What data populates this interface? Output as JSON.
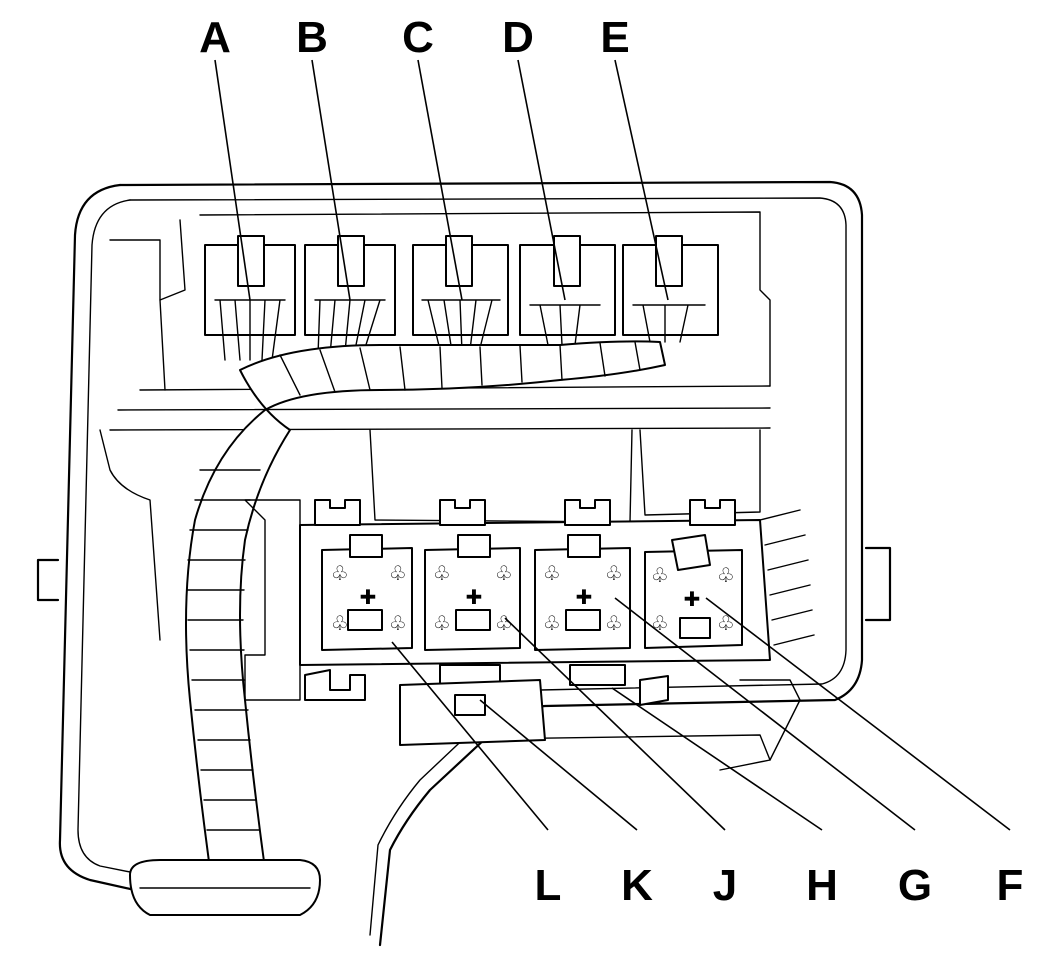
{
  "callouts_top": [
    "A",
    "B",
    "C",
    "D",
    "E"
  ],
  "callouts_bottom": [
    "L",
    "K",
    "J",
    "H",
    "G",
    "F"
  ]
}
